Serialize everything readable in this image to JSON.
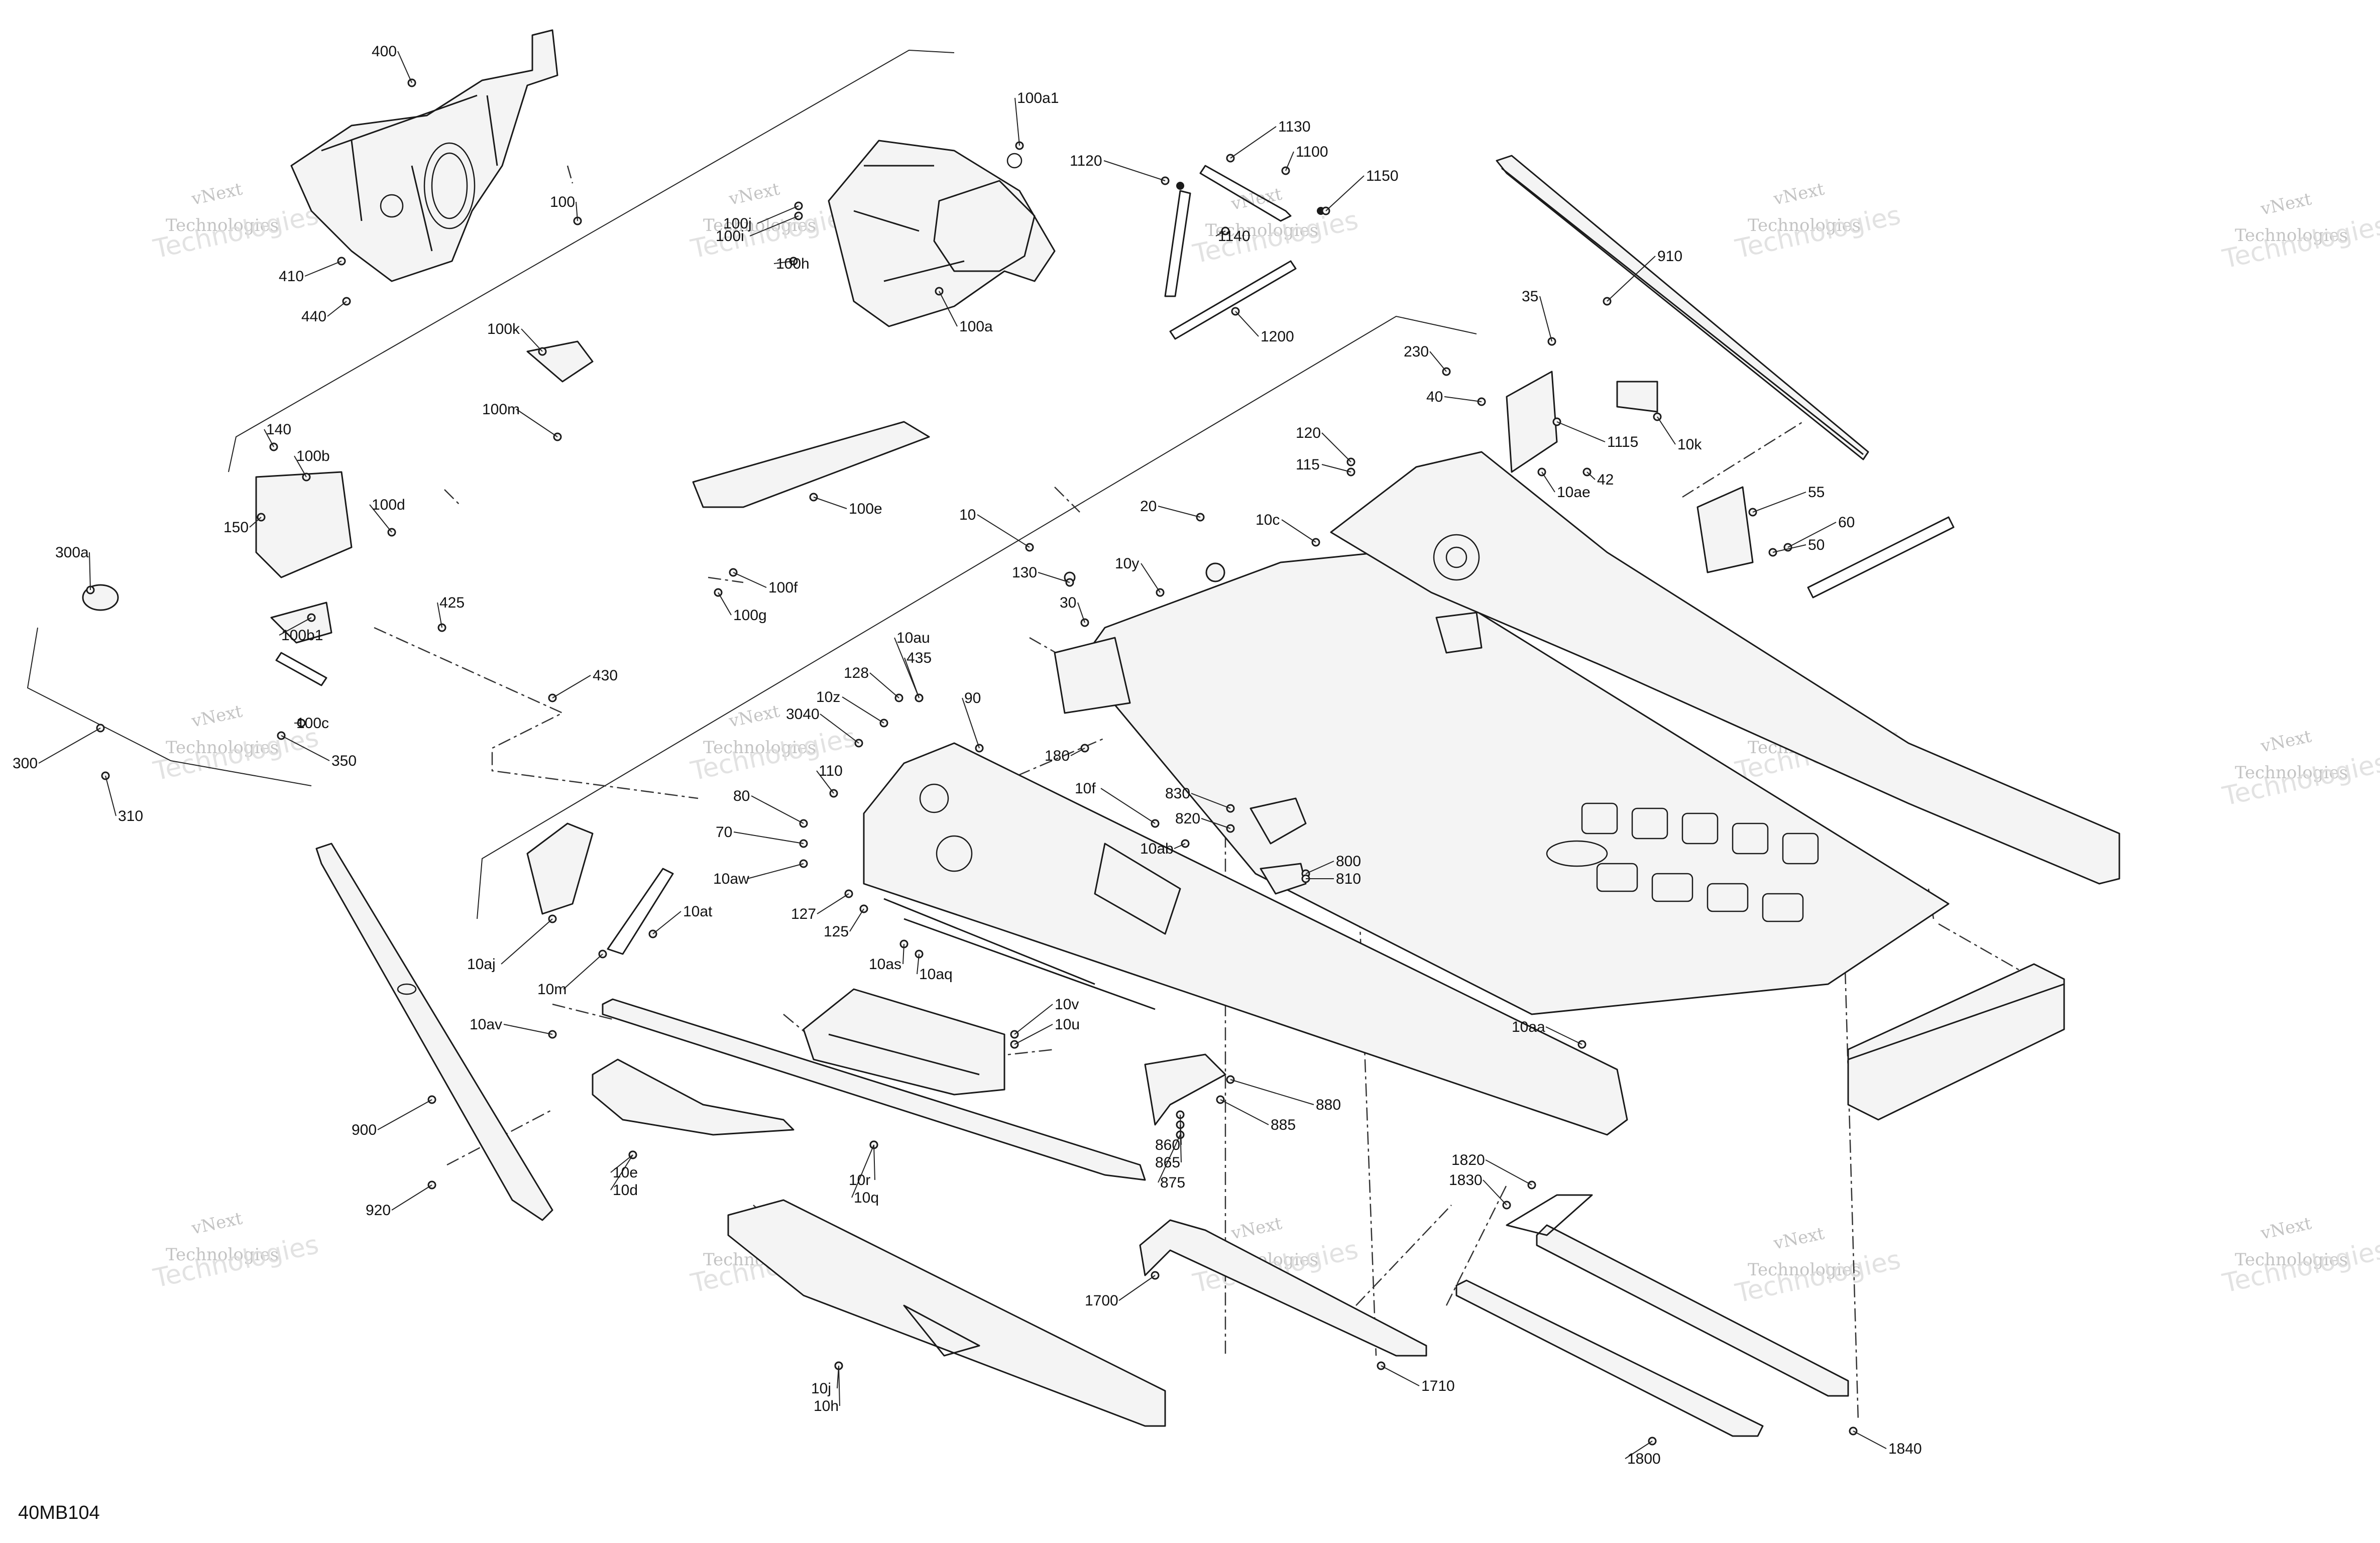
{
  "diagram_code": "40MB104",
  "watermark": {
    "line1": "vNext",
    "line2": "Technologies",
    "line3": "Technologies"
  },
  "callouts": [
    "400",
    "100",
    "410",
    "440",
    "100k",
    "100m",
    "140",
    "100b",
    "100d",
    "150",
    "300a",
    "100b1",
    "425",
    "430",
    "100c",
    "300",
    "350",
    "310",
    "100j",
    "100i",
    "100h",
    "100a",
    "100a1",
    "1120",
    "1130",
    "1100",
    "1150",
    "1140",
    "1200",
    "910",
    "35",
    "230",
    "40",
    "1115",
    "10k",
    "10ae",
    "42",
    "120",
    "115",
    "10c",
    "20",
    "55",
    "50",
    "60",
    "10",
    "130",
    "10y",
    "30",
    "100e",
    "100f",
    "100g",
    "435",
    "10au",
    "128",
    "10z",
    "3040",
    "90",
    "180",
    "110",
    "80",
    "70",
    "10aw",
    "10f",
    "830",
    "820",
    "800",
    "810",
    "10ab",
    "127",
    "125",
    "10as",
    "10aq",
    "10aj",
    "10m",
    "10at",
    "10av",
    "10v",
    "10u",
    "880",
    "885",
    "860",
    "865",
    "875",
    "10aa",
    "900",
    "920",
    "10e",
    "10d",
    "10r",
    "10q",
    "1830",
    "1820",
    "1700",
    "1710",
    "10j",
    "10h",
    "1800",
    "1840"
  ]
}
